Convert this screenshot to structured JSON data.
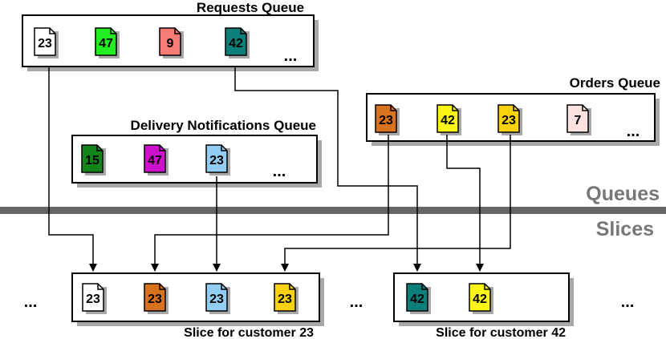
{
  "queues": {
    "requests": {
      "title": "Requests Queue",
      "items": [
        {
          "label": "23",
          "color": "#ffffff"
        },
        {
          "label": "47",
          "color": "#22ee22"
        },
        {
          "label": "9",
          "color": "#f47c74"
        },
        {
          "label": "42",
          "color": "#0d7f7b"
        }
      ],
      "more": "..."
    },
    "orders": {
      "title": "Orders Queue",
      "items": [
        {
          "label": "23",
          "color": "#d9721c"
        },
        {
          "label": "42",
          "color": "#fbf70e"
        },
        {
          "label": "23",
          "color": "#f9d20c"
        },
        {
          "label": "7",
          "color": "#fde3df"
        }
      ],
      "more": "..."
    },
    "delivery": {
      "title": "Delivery Notifications Queue",
      "items": [
        {
          "label": "15",
          "color": "#13841a"
        },
        {
          "label": "47",
          "color": "#cc10cc"
        },
        {
          "label": "23",
          "color": "#92cdf3"
        }
      ],
      "more": "..."
    }
  },
  "divider": {
    "top_label": "Queues",
    "bottom_label": "Slices",
    "color": "#666666"
  },
  "slices": {
    "left_more": "...",
    "middle_more": "...",
    "right_more": "...",
    "customer23": {
      "title": "Slice for customer 23",
      "items": [
        {
          "label": "23",
          "color": "#ffffff"
        },
        {
          "label": "23",
          "color": "#d9721c"
        },
        {
          "label": "23",
          "color": "#92cdf3"
        },
        {
          "label": "23",
          "color": "#f9d20c"
        }
      ]
    },
    "customer42": {
      "title": "Slice for customer 42",
      "items": [
        {
          "label": "42",
          "color": "#0d7f7b"
        },
        {
          "label": "42",
          "color": "#fbf70e"
        }
      ]
    }
  }
}
